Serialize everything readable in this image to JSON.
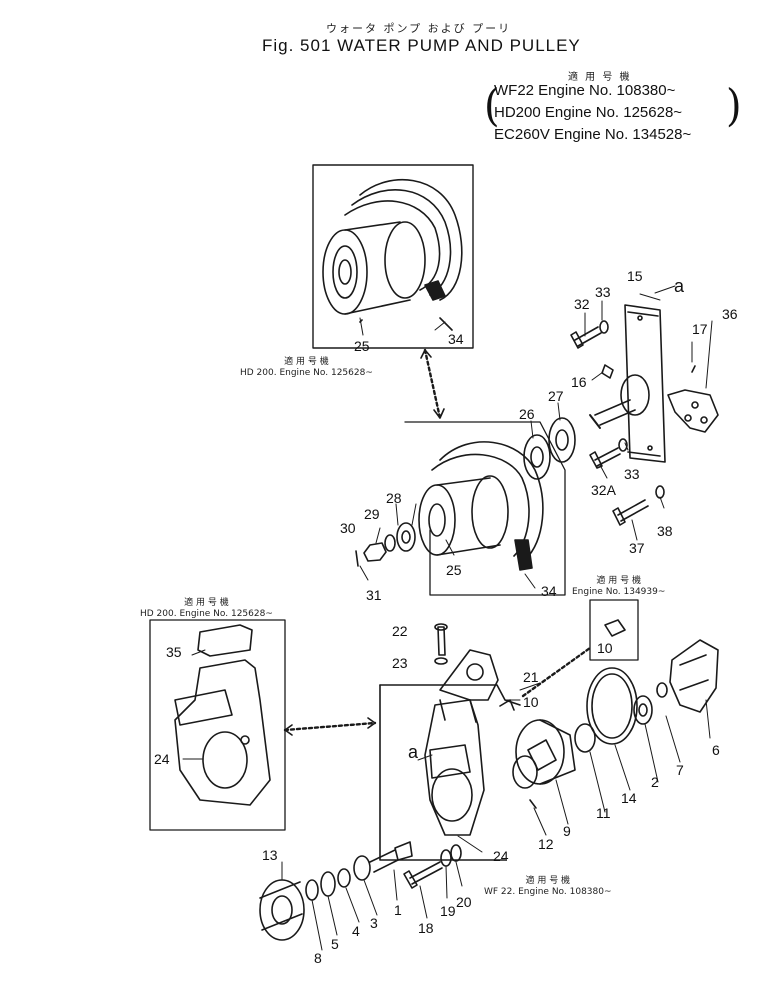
{
  "header": {
    "jp_title": "ウォータ ポンプ および プーリ",
    "title": "Fig. 501 WATER PUMP AND PULLEY"
  },
  "applicability": {
    "heading_jp": "適 用 号 機",
    "lines": [
      "WF22 Engine No. 108380~",
      "HD200 Engine No. 125628~",
      "EC260V Engine No. 134528~"
    ]
  },
  "notes": {
    "hd200_top": {
      "jp": "適 用 号 機",
      "text": "HD 200. Engine No. 125628~"
    },
    "hd200_left": {
      "jp": "適 用 号 機",
      "text": "HD 200. Engine No. 125628~"
    },
    "engine_134939": {
      "jp": "適 用 号 機",
      "text": "Engine No. 134939~"
    },
    "wf22": {
      "jp": "適 用 号 機",
      "text": "WF 22. Engine No. 108380~"
    }
  },
  "refs": {
    "a1": "a",
    "a2": "a",
    "n15": "15",
    "n32": "32",
    "n33": "33",
    "n17": "17",
    "n36": "36",
    "n16": "16",
    "n26": "26",
    "n27": "27",
    "n33b": "33",
    "n32A": "32A",
    "n38": "38",
    "n37": "37",
    "n25a": "25",
    "n34a": "34",
    "n30": "30",
    "n29": "29",
    "n28": "28",
    "n31": "31",
    "n25b": "25",
    "n34b": "34",
    "n22": "22",
    "n23": "23",
    "n21": "21",
    "n10a": "10",
    "n10b": "10",
    "n35": "35",
    "n24a": "24",
    "n24b": "24",
    "n6": "6",
    "n7": "7",
    "n2": "2",
    "n14": "14",
    "n11": "11",
    "n9": "9",
    "n12": "12",
    "n13": "13",
    "n8": "8",
    "n5": "5",
    "n4": "4",
    "n3": "3",
    "n1": "1",
    "n18": "18",
    "n19": "19",
    "n20": "20"
  }
}
